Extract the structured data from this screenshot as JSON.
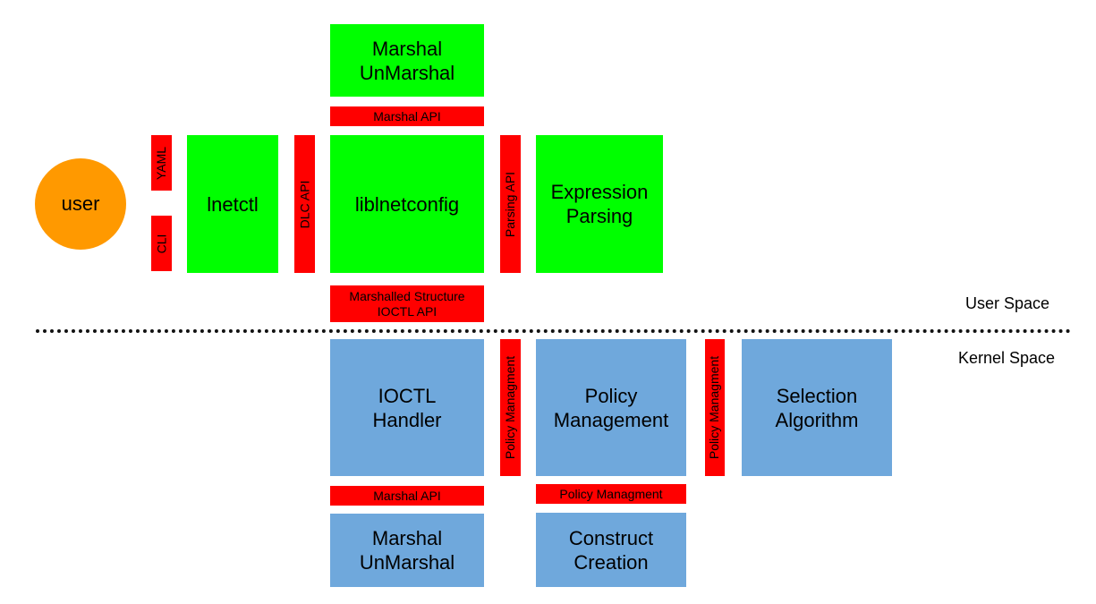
{
  "colors": {
    "userspace_block": "#00ff00",
    "kernelspace_block": "#6fa8dc",
    "api": "#ff0000",
    "user": "#ff9900"
  },
  "actor": {
    "label": "user"
  },
  "user_space": {
    "region_label": "User Space",
    "interfaces": {
      "yaml": "YAML",
      "cli": "CLI"
    },
    "blocks": {
      "lnetctl": "lnetctl",
      "liblnetconfig": "liblnetconfig",
      "marshal_unmarshal": "Marshal\nUnMarshal",
      "expression_parsing": "Expression\nParsing"
    },
    "apis": {
      "dlc_api": "DLC API",
      "marshal_api": "Marshal API",
      "parsing_api": "Parsing API",
      "marshalled_structure": "Marshalled Structure\nIOCTL API"
    }
  },
  "kernel_space": {
    "region_label": "Kernel Space",
    "blocks": {
      "ioctl_handler": "IOCTL\nHandler",
      "policy_management": "Policy\nManagement",
      "selection_algorithm": "Selection\nAlgorithm",
      "marshal_unmarshal": "Marshal\nUnMarshal",
      "construct_creation": "Construct\nCreation"
    },
    "apis": {
      "policy_left": "Policy Managment",
      "policy_right": "Policy Managment",
      "marshal_api": "Marshal API",
      "policy_bottom": "Policy Managment"
    }
  }
}
